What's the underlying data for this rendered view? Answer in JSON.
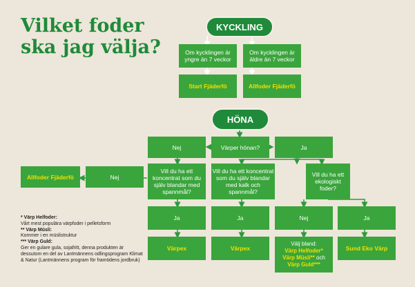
{
  "title": {
    "line1": "Vilket foder",
    "line2": "ska jag välja?"
  },
  "kyckling": {
    "header": "KYCKLING",
    "q_young": "Om kycklingen är yngre än 7 veckor",
    "q_old": "Om kycklingen är äldre än 7 veckor",
    "r_young": "Start Fjäderfö",
    "r_old": "Allfoder Fjäderfö"
  },
  "hona": {
    "header": "HÖNA",
    "q_varper": "Värper hönan?",
    "nej": "Nej",
    "ja": "Ja",
    "q_spannmal": "Vill du ha ett koncentrat som du själv blandar med spannmål?",
    "q_kalk": "Vill du ha ett koncentrat som du själv blandar med kalk och spannmål?",
    "q_eko": "Vill du ha ett ekologiskt foder?",
    "allfoder": "Allfoder Fjäderfö",
    "varpex": "Värpex",
    "valj_title": "Välj bland:",
    "valj_helfoder": "Värp Helfoder*",
    "valj_musli": "Värp Müsli**",
    "valj_och": " och",
    "valj_guld": "Värp Guld***",
    "sund": "Sund Eko Värp"
  },
  "footnotes": {
    "h1": "* Värp Helfoder:",
    "t1": "Vårt mest populära värpfoder i pelletsform",
    "h2": "** Värp Müsli:",
    "t2": "Kommer i en müslistruktur",
    "h3": "*** Värp Guld:",
    "t3": "Ger en gulare gula, sojafritt, denna produkten är dessutom en del av Lantmännens odlingsprogram Klimat & Natur (Lantmännens program för framtidens jordbruk)"
  },
  "colors": {
    "green": "#3aa53c",
    "dark_green": "#1f8a3a",
    "yellow": "#f2e000",
    "background": "#ede6da"
  }
}
